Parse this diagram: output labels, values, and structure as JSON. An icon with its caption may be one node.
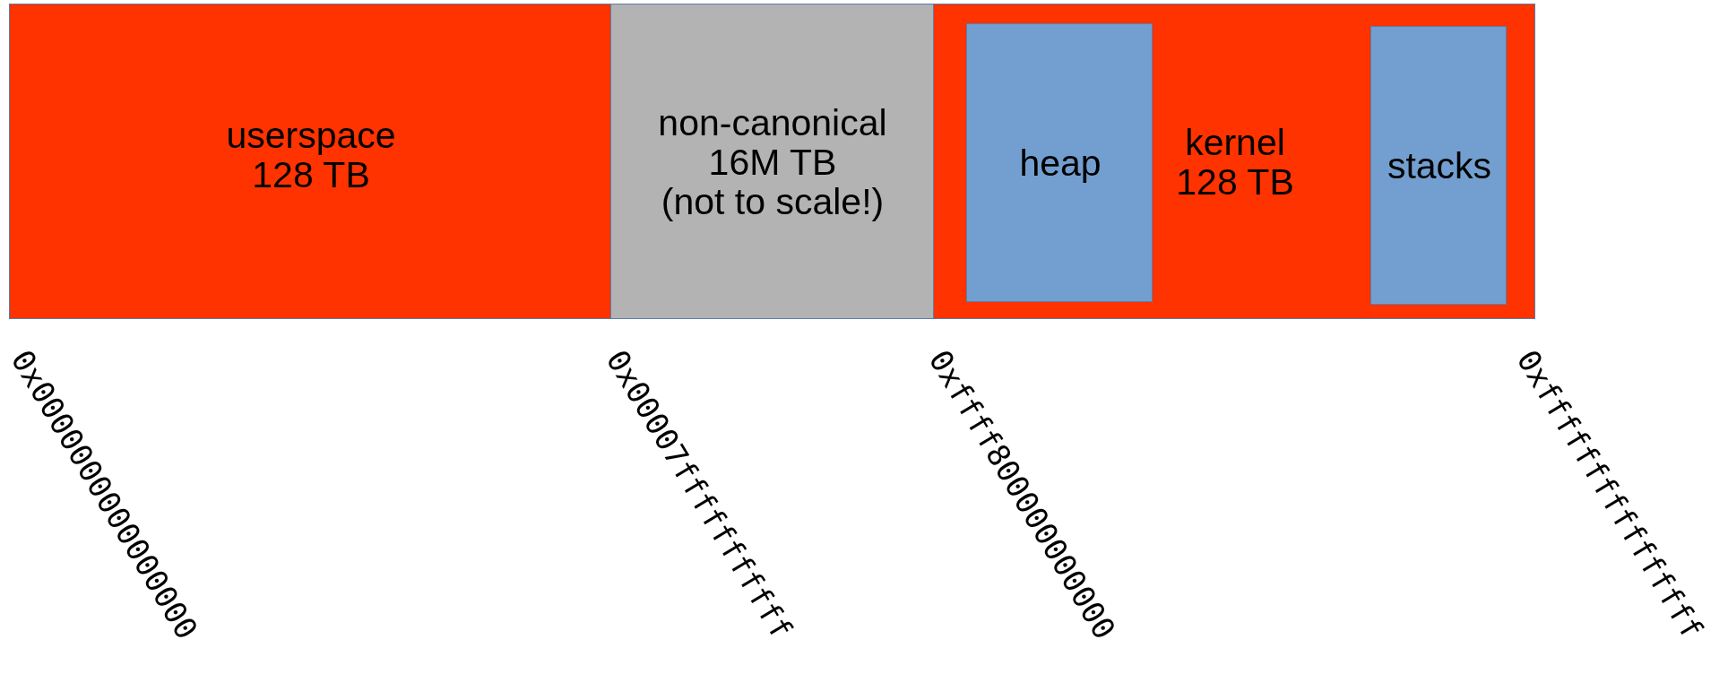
{
  "diagram": {
    "nodes": [
      {
        "text": [
          "userspace 128 TB"
        ]
      },
      {
        "text": [
          "non-canonical 16M TB (not to scale!)"
        ]
      },
      {
        "text": [
          "kernel 128 TB"
        ]
      },
      {
        "text": [
          "heap"
        ],
        "in": 2
      },
      {
        "text": [
          "stacks"
        ],
        "in": 2
      }
    ],
    "labels": [
      "0x0000000000000000",
      "0x00007fffffffffff",
      "0xffff800000000000",
      "0xffffffffffffffff"
    ]
  }
}
